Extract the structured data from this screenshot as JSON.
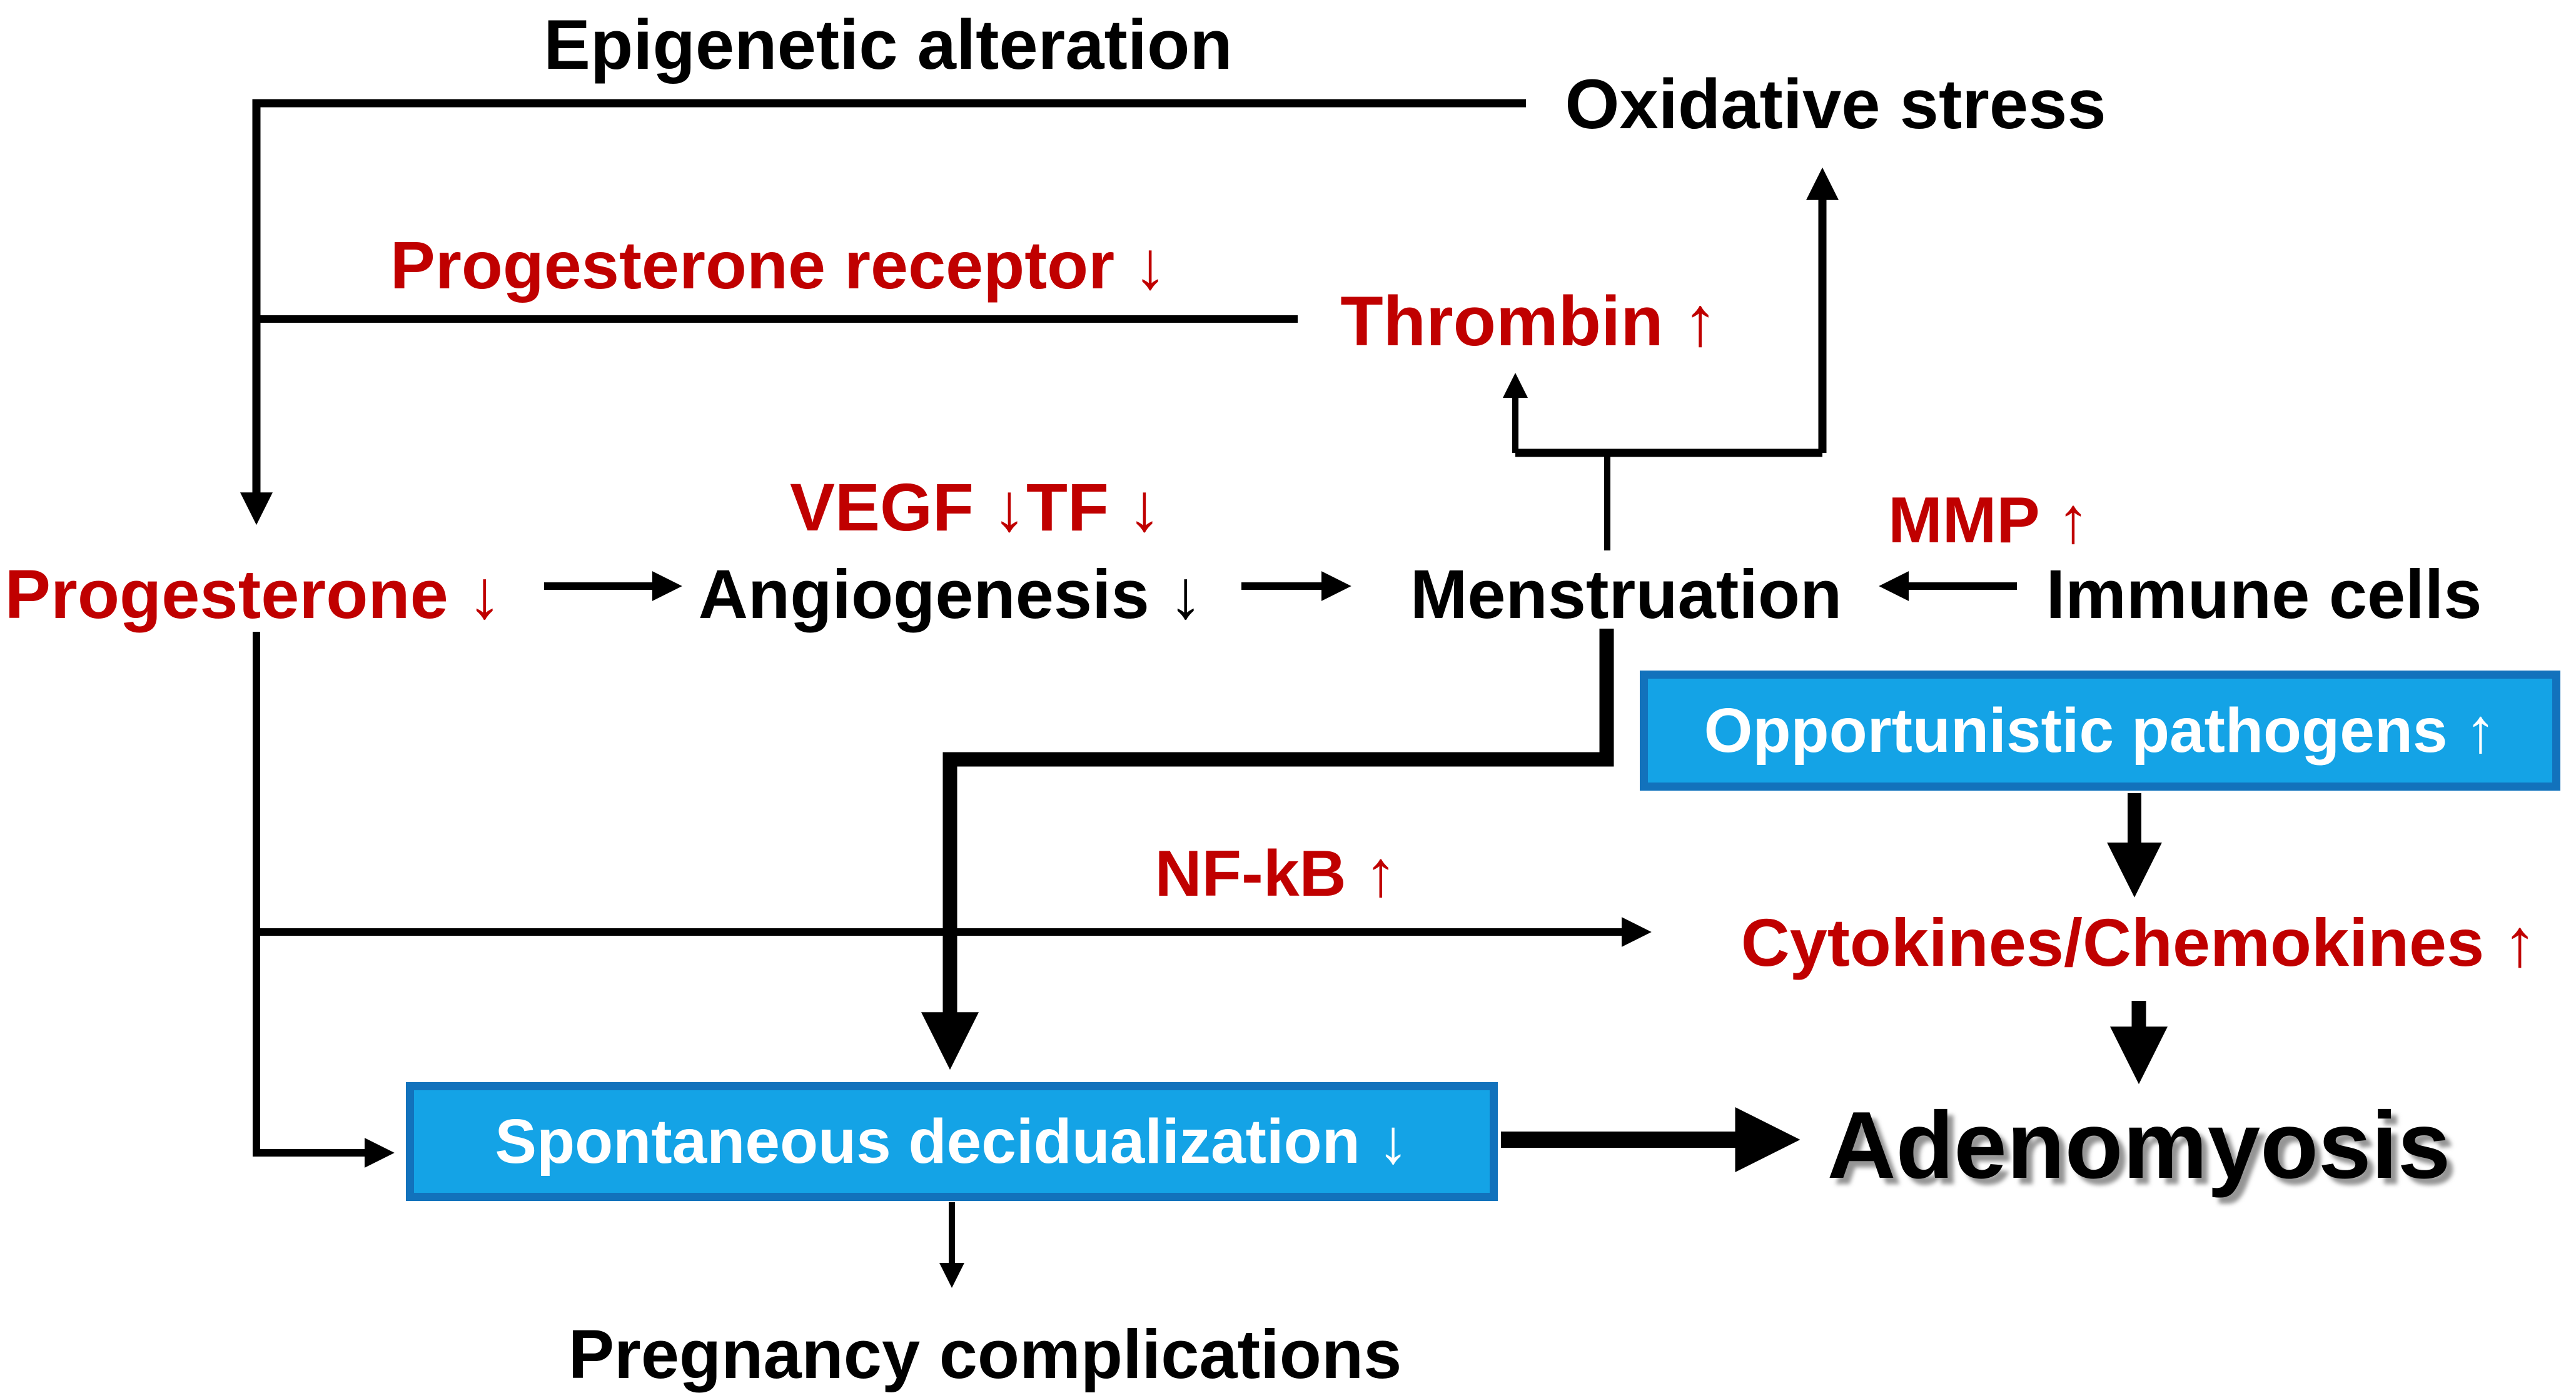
{
  "nodes": {
    "epigenetic_alteration": {
      "label": "Epigenetic alteration"
    },
    "oxidative_stress": {
      "label": "Oxidative stress"
    },
    "progesterone_receptor": {
      "label": "Progesterone receptor",
      "arrow": "↓"
    },
    "thrombin": {
      "label": "Thrombin",
      "arrow": "↑"
    },
    "vegf_tf": {
      "label1": "VEGF",
      "arrow1": "↓",
      "label2": "TF",
      "arrow2": "↓"
    },
    "progesterone": {
      "label": "Progesterone",
      "arrow": "↓"
    },
    "angiogenesis": {
      "label": "Angiogenesis",
      "arrow": "↓"
    },
    "menstruation": {
      "label": "Menstruation"
    },
    "mmp": {
      "label": "MMP",
      "arrow": "↑"
    },
    "immune_cells": {
      "label": "Immune cells"
    },
    "opportunistic_pathogens": {
      "label": "Opportunistic pathogens",
      "arrow": "↑"
    },
    "nf_kb": {
      "label": "NF-kB",
      "arrow": "↑"
    },
    "cytokines_chemokines": {
      "label": "Cytokines/Chemokines",
      "arrow": "↑"
    },
    "spontaneous_decidualization": {
      "label": "Spontaneous decidualization",
      "arrow": "↓"
    },
    "adenomyosis": {
      "label": "Adenomyosis"
    },
    "pregnancy_complications": {
      "label": "Pregnancy complications"
    }
  },
  "colors": {
    "text_black": "#000000",
    "text_red": "#C00000",
    "box_fill": "#14A3E6",
    "box_border": "#1272BC",
    "box_text": "#FFFFFF"
  }
}
